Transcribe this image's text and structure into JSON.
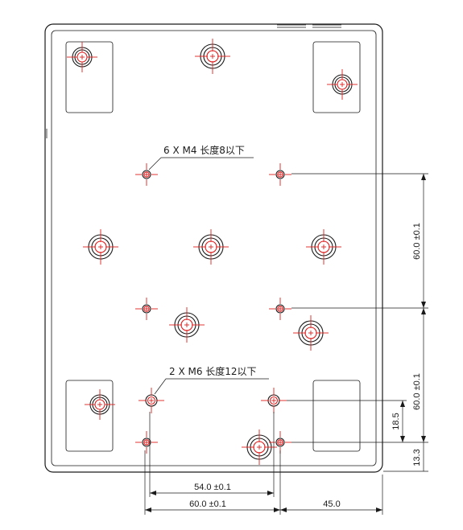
{
  "notes": {
    "m4": "6 X M4 长度8以下",
    "m6": "2 X M6 长度12以下"
  },
  "dimensions": {
    "d_60_upper": "60.0 ±0.1",
    "d_60_lower": "60.0 ±0.1",
    "d_18_5": "18.5",
    "d_13_3": "13.3",
    "d_54": "54.0 ±0.1",
    "d_60_bottom": "60.0 ±0.1",
    "d_45": "45.0"
  },
  "colors": {
    "line": "#1a1a1a",
    "centerline": "#e02020"
  }
}
